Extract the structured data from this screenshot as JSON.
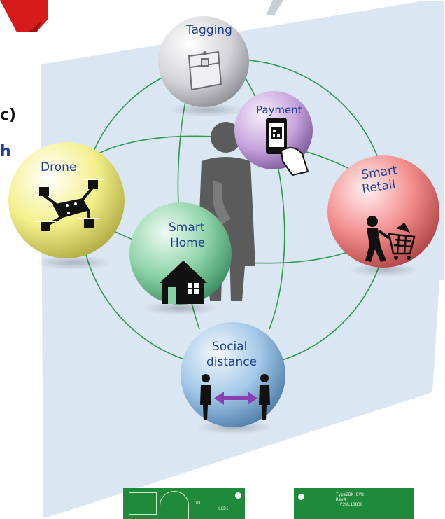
{
  "partial_text": {
    "line1": "c)",
    "line2": "h"
  },
  "colors": {
    "panel": "#dbe6f3",
    "lines": "#2e9a4a",
    "label": "#1f3f8f",
    "arrow": "#8b3fb5",
    "person": "#5a5a5a"
  },
  "nodes": [
    {
      "id": "tagging",
      "label_lines": [
        "Tagging"
      ],
      "icon": "tag-device-icon",
      "tint": "#cfcfd4"
    },
    {
      "id": "payment",
      "label_lines": [
        "Payment"
      ],
      "icon": "phone-qr-icon",
      "tint": "#c7a6de"
    },
    {
      "id": "drone",
      "label_lines": [
        "Drone"
      ],
      "icon": "drone-icon",
      "tint": "#f3ef8a"
    },
    {
      "id": "smart-retail",
      "label_lines": [
        "Smart",
        "Retail"
      ],
      "icon": "shopping-cart-icon",
      "tint": "#f08a8a"
    },
    {
      "id": "smart-home",
      "label_lines": [
        "Smart",
        "Home"
      ],
      "icon": "house-icon",
      "tint": "#86d0a4"
    },
    {
      "id": "social-distance",
      "label_lines": [
        "Social",
        "distance"
      ],
      "icon": "two-people-arrow-icon",
      "tint": "#9bc3e6"
    }
  ],
  "boards": [
    {
      "id": "board-left",
      "silk_lines": [
        "U1",
        "LED1"
      ]
    },
    {
      "id": "board-right",
      "silk_lines": [
        "TypeZDK EVB",
        "Rev4",
        "P2WL10838"
      ]
    }
  ]
}
